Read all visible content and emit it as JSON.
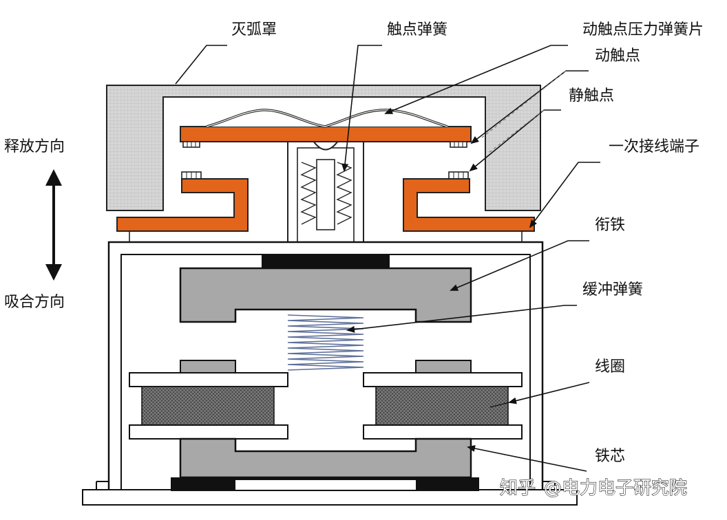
{
  "labels": {
    "arc_chute": "灭弧罩",
    "contact_spring": "触点弹簧",
    "moving_contact_pressure_spring": "动触点压力弹簧片",
    "moving_contact": "动触点",
    "static_contact": "静触点",
    "primary_terminal": "一次接线端子",
    "armature": "衔铁",
    "buffer_spring": "缓冲弹簧",
    "coil": "线圈",
    "iron_core": "铁芯",
    "release_direction": "释放方向",
    "pull_in_direction": "吸合方向"
  },
  "watermark": {
    "site": "知乎",
    "account": "@电力电子研究院"
  },
  "colors": {
    "copper": "#e2651b",
    "arc_chute_fill": "#d4d4d4",
    "armature_fill": "#a8a8a8",
    "coil_fill": "#555555",
    "spring": "#5d6f99",
    "frame": "#111111"
  }
}
